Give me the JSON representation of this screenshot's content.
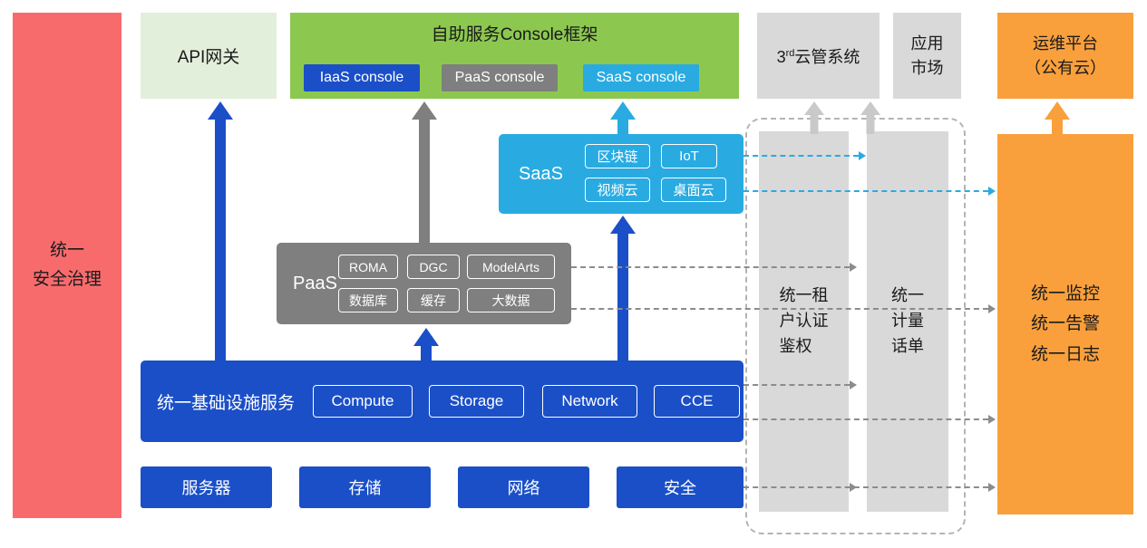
{
  "colors": {
    "deep_blue": "#1B4FC8",
    "cyan": "#29ABE2",
    "mid_gray": "#7F7F7F",
    "light_gray": "#D9D9D9",
    "green": "#8CC850",
    "pale_green": "#E2EFDA",
    "orange": "#F9A03C",
    "coral_red": "#F86B6D"
  },
  "left_bar": {
    "label": "统一\n安全治理"
  },
  "top": {
    "api_gateway": {
      "label": "API网关"
    },
    "console": {
      "title": "自助服务Console框架",
      "buttons": [
        {
          "label": "IaaS console"
        },
        {
          "label": "PaaS console"
        },
        {
          "label": "SaaS console"
        }
      ]
    },
    "third_party": {
      "prefix": "3",
      "sup": "rd",
      "rest": "云管系统"
    },
    "app_market": {
      "label": "应用\n市场"
    },
    "om_platform": {
      "label": "运维平台\n（公有云）"
    }
  },
  "saas": {
    "label": "SaaS",
    "items": [
      "区块链",
      "IoT",
      "视频云",
      "桌面云"
    ]
  },
  "paas": {
    "label": "PaaS",
    "items": [
      "ROMA",
      "DGC",
      "ModelArts",
      "数据库",
      "缓存",
      "大数据"
    ]
  },
  "infra": {
    "label": "统一基础设施服务",
    "items": [
      "Compute",
      "Storage",
      "Network",
      "CCE"
    ]
  },
  "hardware": {
    "items": [
      "服务器",
      "存储",
      "网络",
      "安全"
    ]
  },
  "right": {
    "auth_bar": {
      "label": "统一租\n户认证\n鉴权"
    },
    "billing_bar": {
      "label": "统一\n计量\n话单"
    },
    "monitor_bar": {
      "label": "统一监控\n统一告警\n统一日志"
    }
  }
}
